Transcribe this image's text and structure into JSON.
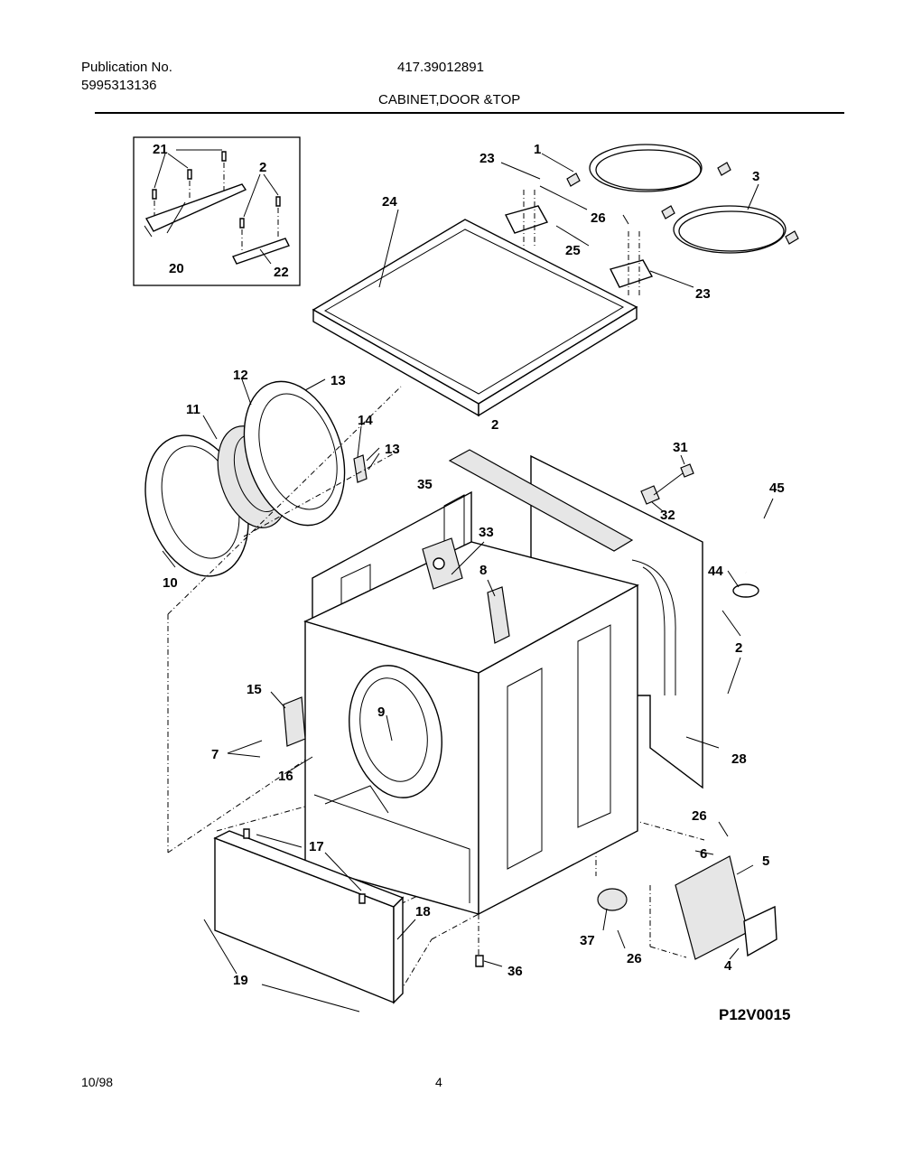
{
  "header": {
    "publication_label": "Publication No.",
    "publication_number": "5995313136",
    "model_number": "417.39012891",
    "section_title": "CABINET,DOOR &TOP"
  },
  "diagram": {
    "code": "P12V0015",
    "callouts": {
      "c21": "21",
      "c2a": "2",
      "c20": "20",
      "c22": "22",
      "c1": "1",
      "c23a": "23",
      "c24": "24",
      "c26a": "26",
      "c3": "3",
      "c25": "25",
      "c23b": "23",
      "c12": "12",
      "c13a": "13",
      "c11": "11",
      "c14": "14",
      "c13b": "13",
      "c10": "10",
      "c2b": "2",
      "c31": "31",
      "c35": "35",
      "c32": "32",
      "c45": "45",
      "c33": "33",
      "c8": "8",
      "c44": "44",
      "c2c": "2",
      "c15": "15",
      "c9": "9",
      "c7": "7",
      "c16": "16",
      "c28": "28",
      "c26b": "26",
      "c17": "17",
      "c6": "6",
      "c5": "5",
      "c18": "18",
      "c37": "37",
      "c26c": "26",
      "c36": "36",
      "c4": "4",
      "c19": "19"
    }
  },
  "footer": {
    "date": "10/98",
    "page": "4"
  }
}
